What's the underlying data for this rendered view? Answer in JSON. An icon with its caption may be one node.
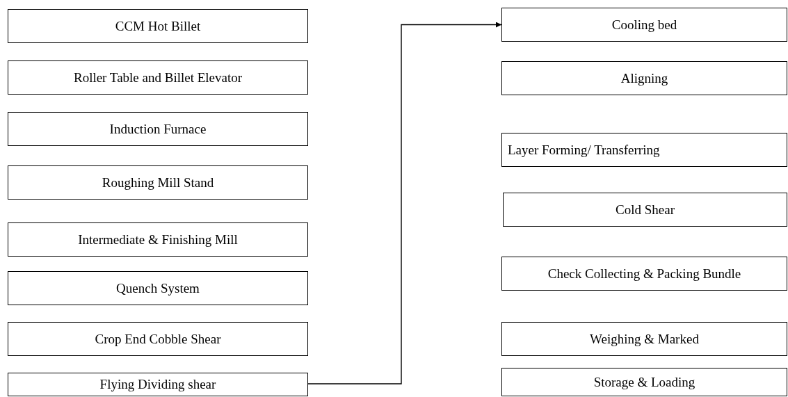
{
  "diagram": {
    "nodes": [
      {
        "text": [
          "CCM Hot Billet"
        ]
      },
      {
        "text": [
          "Roller Table and Billet Elevator"
        ]
      },
      {
        "text": [
          "Induction Furnace"
        ]
      },
      {
        "text": [
          "Roughing Mill Stand"
        ]
      },
      {
        "text": [
          "Intermediate & Finishing Mill"
        ]
      },
      {
        "text": [
          "Quench System"
        ]
      },
      {
        "text": [
          "Crop End Cobble Shear"
        ]
      },
      {
        "text": [
          "Flying Dividing shear"
        ]
      },
      {
        "text": [
          "Cooling bed"
        ]
      },
      {
        "text": [
          "Aligning"
        ]
      },
      {
        "text": [
          "Layer Forming/ Transferring"
        ]
      },
      {
        "text": [
          "Cold Shear"
        ]
      },
      {
        "text": [
          "Check Collecting & Packing Bundle"
        ]
      },
      {
        "text": [
          "Weighing & Marked"
        ]
      },
      {
        "text": [
          "Storage & Loading"
        ]
      }
    ],
    "edges": [
      {
        "from": 7,
        "to": 8,
        "arrow": "to"
      }
    ]
  }
}
